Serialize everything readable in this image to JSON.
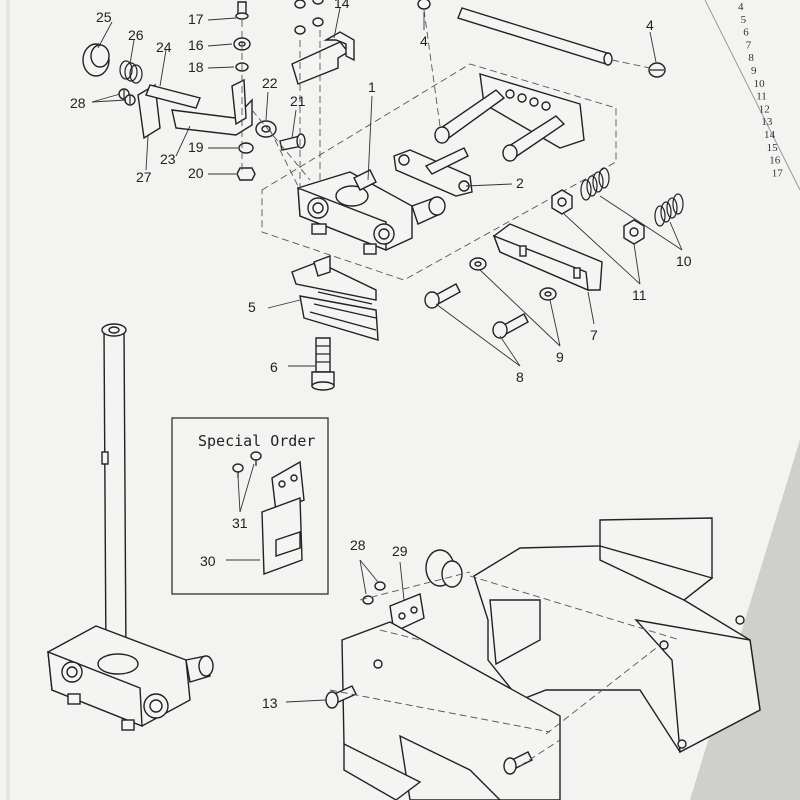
{
  "special_order_box": {
    "title": "Special Order"
  },
  "callouts": {
    "c1": "1",
    "c2": "2",
    "c4a": "4",
    "c4b": "4",
    "c5": "5",
    "c6": "6",
    "c7": "7",
    "c8": "8",
    "c9": "9",
    "c10": "10",
    "c11": "11",
    "c13": "13",
    "c14": "14",
    "c16": "16",
    "c17": "17",
    "c18": "18",
    "c19": "19",
    "c20": "20",
    "c21": "21",
    "c22": "22",
    "c23": "23",
    "c24": "24",
    "c25": "25",
    "c26": "26",
    "c27": "27",
    "c28a": "28",
    "c28b": "28",
    "c29": "29",
    "c30": "30",
    "c31": "31"
  },
  "index_column": [
    "4",
    "5",
    "6",
    "7",
    "8",
    "9",
    "10",
    "11",
    "12",
    "13",
    "14",
    "15",
    "16",
    "17"
  ],
  "colors": {
    "paper": "#f3f3f1",
    "ink": "#222222",
    "background": "#d6d6d4"
  }
}
